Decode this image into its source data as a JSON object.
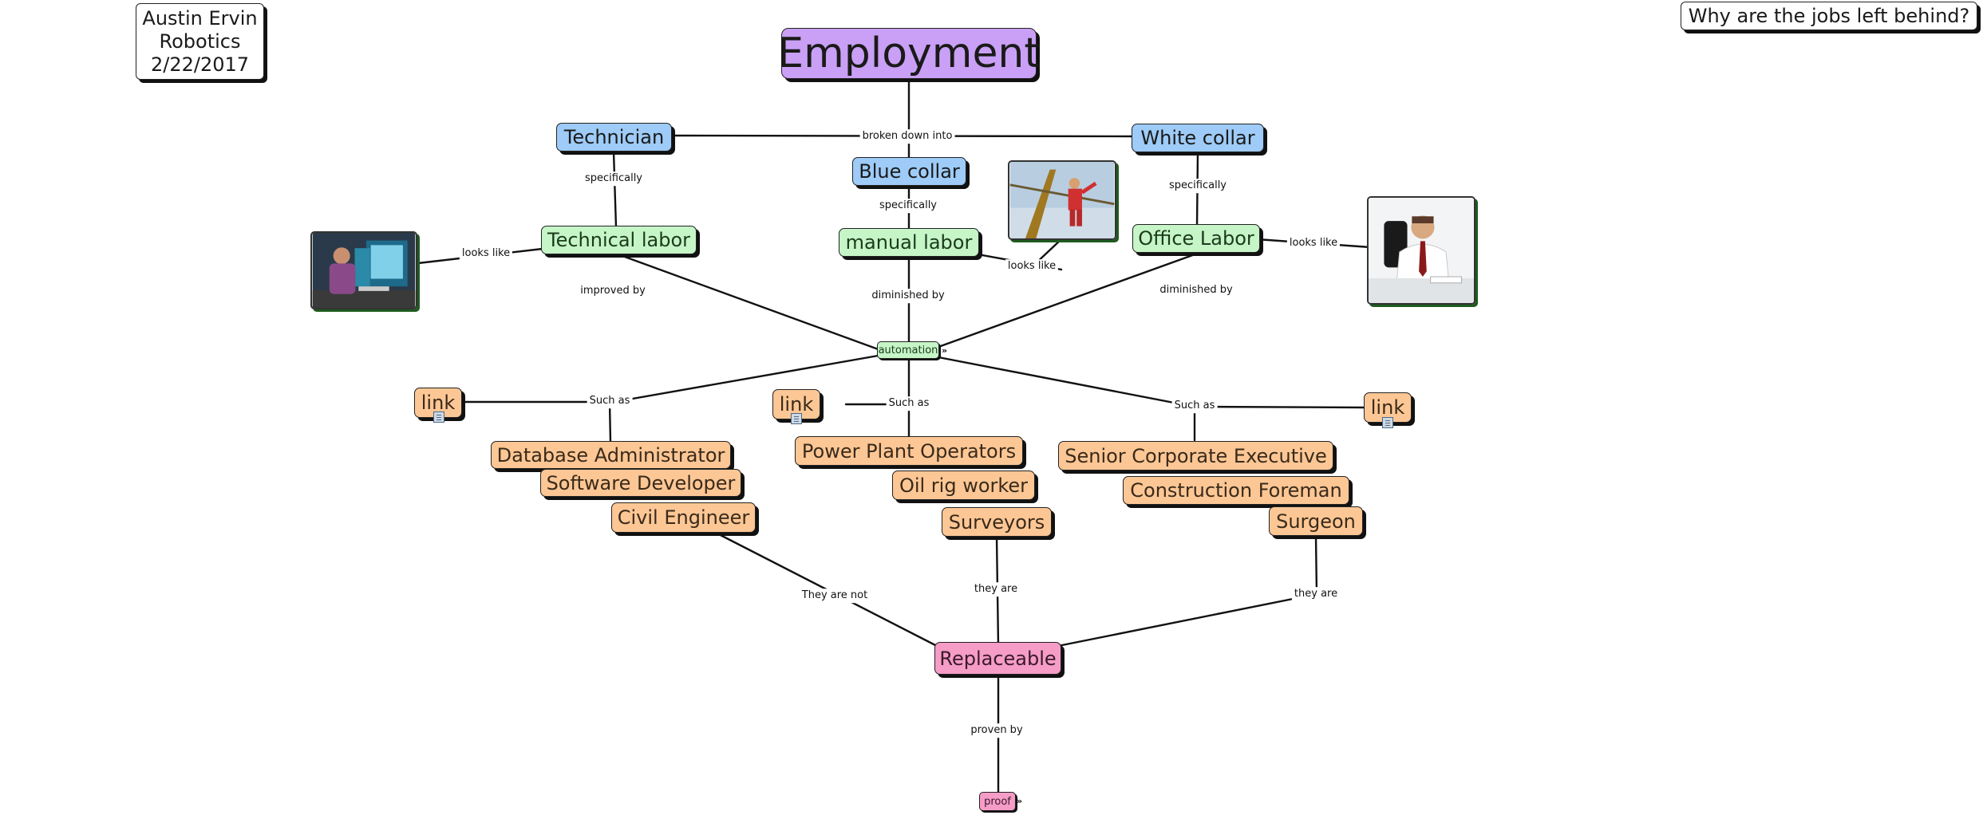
{
  "header_note": {
    "line1": "Austin Ervin",
    "line2": "Robotics",
    "line3": "2/22/2017"
  },
  "focus_question": "Why are the jobs left behind?",
  "concepts": {
    "employment": "Employment",
    "technician": "Technician",
    "blue_collar": "Blue collar",
    "white_collar": "White collar",
    "technical_labor": "Technical labor",
    "manual_labor": "manual labor",
    "office_labor": "Office Labor",
    "automation": "automation",
    "link_left": "link",
    "link_mid": "link",
    "link_right": "link",
    "database_administrator": "Database Administrator",
    "software_developer": "Software Developer",
    "civil_engineer": "Civil Engineer",
    "power_plant_operators": "Power Plant Operators",
    "oil_rig_worker": "Oil rig worker",
    "surveyors": "Surveyors",
    "senior_corporate_executive": "Senior Corporate Executive",
    "construction_foreman": "Construction Foreman",
    "surgeon": "Surgeon",
    "replaceable": "Replaceable",
    "proof": "proof"
  },
  "linking_phrases": {
    "broken_down_into": "broken down into",
    "specifically_left": "specifically",
    "specifically_mid": "specifically",
    "specifically_right": "specifically",
    "looks_like_left": "looks like",
    "looks_like_mid": "looks like",
    "looks_like_right": "looks like",
    "improved_by": "improved by",
    "diminished_by_mid": "diminished by",
    "diminished_by_right": "diminished by",
    "such_as_left": "Such as",
    "such_as_mid": "Such as",
    "such_as_right": "Such as",
    "they_are_not": "They are not",
    "they_are_mid": "they are",
    "they_are_right": "they are",
    "proven_by": "proven by"
  },
  "images": {
    "technical_photo": "technician-at-computers-photo",
    "manual_photo": "worker-on-crane-photo",
    "office_photo": "businessman-at-desk-photo"
  },
  "colors": {
    "main_topic": "#c9a0f5",
    "category": "#9ecbf7",
    "labor_type": "#c6f5c8",
    "job_example": "#fcc795",
    "conclusion": "#f59cc7"
  }
}
